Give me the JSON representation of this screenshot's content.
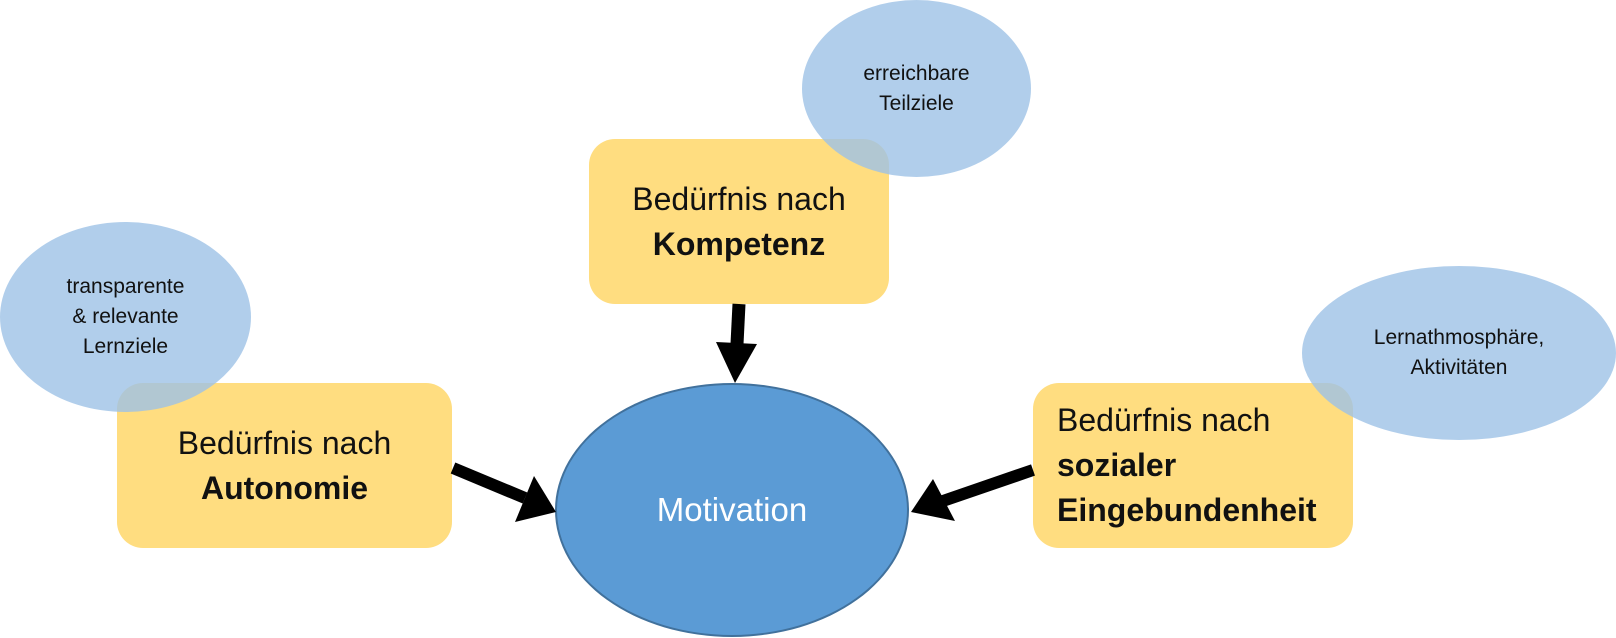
{
  "center": {
    "label": "Motivation"
  },
  "needs": [
    {
      "line1": "Bedürfnis nach",
      "line2": "Autonomie",
      "line3": ""
    },
    {
      "line1": "Bedürfnis nach",
      "line2": "Kompetenz",
      "line3": ""
    },
    {
      "line1": "Bedürfnis nach",
      "line2": "sozialer",
      "line3": "Eingebundenheit"
    }
  ],
  "bubbles": [
    {
      "lines": [
        "transparente",
        "& relevante",
        "Lernziele"
      ]
    },
    {
      "lines": [
        "erreichbare",
        "Teilziele"
      ]
    },
    {
      "lines": [
        "Lernathmosphäre,",
        "Aktivitäten"
      ]
    }
  ],
  "colors": {
    "need_box": "#ffdd80",
    "bubble": "#9ec2e6",
    "center_fill": "#5b9bd5",
    "center_border": "#41719c",
    "arrow": "#000000"
  }
}
